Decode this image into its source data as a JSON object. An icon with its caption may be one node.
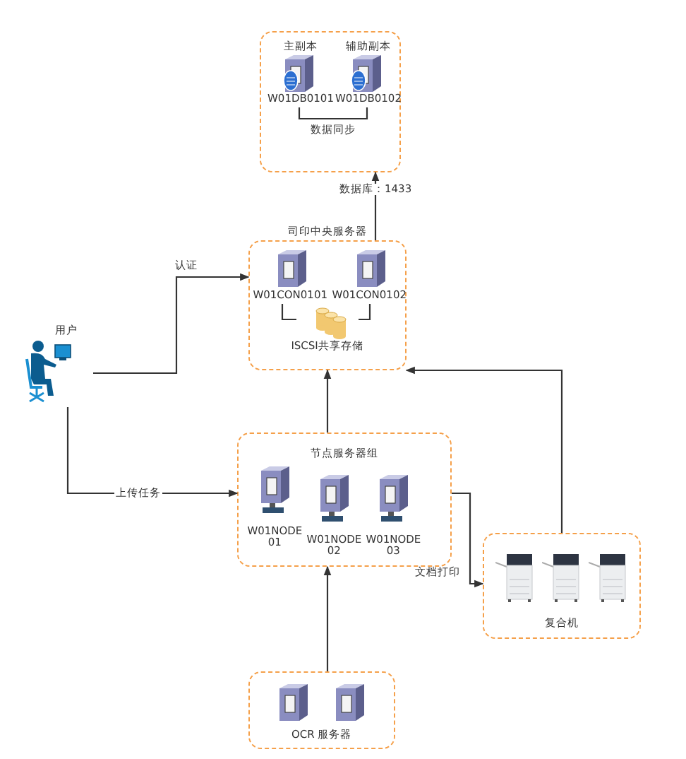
{
  "diagram": {
    "nodes": [
      {
        "text": [],
        "shape": "box"
      },
      {
        "text": [
          "主副本",
          "W01DB0101"
        ],
        "in": 0
      },
      {
        "text": [
          "辅助副本",
          "W01DB0102"
        ],
        "in": 0
      },
      {
        "text": [
          "司印中央服务器"
        ]
      },
      {
        "text": [
          "W01CON0101"
        ],
        "in": 3
      },
      {
        "text": [
          "W01CON0102"
        ],
        "in": 3
      },
      {
        "text": [
          "ISCSI共享存储"
        ],
        "in": 3
      },
      {
        "text": [
          "用户"
        ]
      },
      {
        "text": [
          "节点服务器组"
        ]
      },
      {
        "text": [
          "W01NODE01"
        ],
        "in": 8
      },
      {
        "text": [
          "W01NODE02"
        ],
        "in": 8
      },
      {
        "text": [
          "W01NODE03"
        ],
        "in": 8
      },
      {
        "text": [
          "复合机"
        ]
      },
      {
        "text": [
          "OCR 服务器"
        ]
      }
    ],
    "edges": [
      {
        "from": 3,
        "to": 0,
        "arrow": "to",
        "label": "数据库：1433"
      },
      {
        "from": 1,
        "to": 2,
        "arrow": "none",
        "label": "数据同步"
      },
      {
        "from": 4,
        "to": 6,
        "arrow": "none"
      },
      {
        "from": 5,
        "to": 6,
        "arrow": "none"
      },
      {
        "from": 7,
        "to": 3,
        "arrow": "to",
        "label": "认证"
      },
      {
        "from": 7,
        "to": 8,
        "arrow": "to",
        "label": "上传任务"
      },
      {
        "from": 8,
        "to": 3,
        "arrow": "to"
      },
      {
        "from": 8,
        "to": 12,
        "arrow": "to",
        "label": "文档打印"
      },
      {
        "from": 12,
        "to": 3,
        "arrow": "to"
      },
      {
        "from": 13,
        "to": 8,
        "arrow": "to"
      }
    ]
  }
}
